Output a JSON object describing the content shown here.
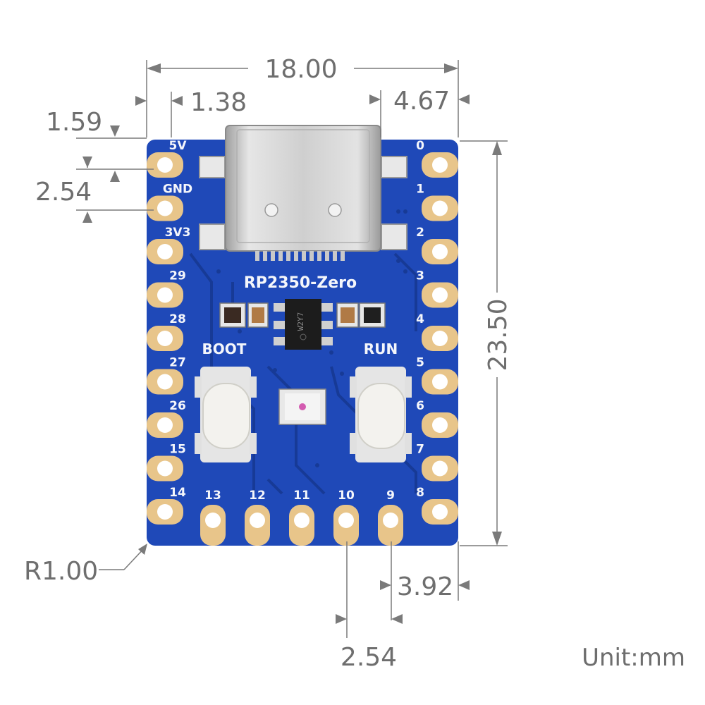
{
  "board": {
    "name": "RP2350-Zero",
    "buttons": {
      "boot": "BOOT",
      "run": "RUN"
    },
    "chip_marking": "W2Y7",
    "left_pins": [
      "5V",
      "GND",
      "3V3",
      "29",
      "28",
      "27",
      "26",
      "15",
      "14"
    ],
    "right_pins": [
      "0",
      "1",
      "2",
      "3",
      "4",
      "5",
      "6",
      "7",
      "8"
    ],
    "bottom_pins": [
      "13",
      "12",
      "11",
      "10",
      "9"
    ]
  },
  "dimensions": {
    "width": "18.00",
    "height": "23.50",
    "left_edge_offset": "1.38",
    "top_pin_offset": "1.59",
    "pin_pitch_left": "2.54",
    "usb_offset": "4.67",
    "corner_radius": "R1.00",
    "bottom_right_offset": "3.92",
    "pin_pitch_bottom": "2.54",
    "unit": "Unit:mm"
  },
  "colors": {
    "pcb": "#1f49b8",
    "pcb_dark": "#173a96",
    "pad_gold": "#e8c58a",
    "silkscreen": "#f4f6fb",
    "usb_metal": "#d6d6d6",
    "dimension": "#7a7a7a"
  }
}
